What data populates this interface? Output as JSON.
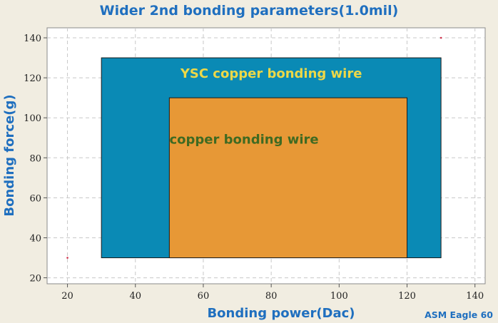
{
  "chart_data": {
    "type": "area",
    "title": "Wider 2nd bonding parameters(1.0mil)",
    "xlabel": "Bonding power(Dac)",
    "ylabel": "Bonding force(g)",
    "xlim": [
      14,
      143
    ],
    "ylim": [
      17,
      145
    ],
    "xticks": [
      20,
      40,
      60,
      80,
      100,
      120,
      140
    ],
    "yticks": [
      20,
      40,
      60,
      80,
      100,
      120,
      140
    ],
    "grid": true,
    "regions": [
      {
        "name": "YSC copper bonding wire",
        "x": [
          30,
          130
        ],
        "y": [
          30,
          130
        ],
        "color": "#0a8ab5",
        "label_color": "#ecd848",
        "label_at": [
          80,
          120
        ]
      },
      {
        "name": "copper bonding wire",
        "x": [
          50,
          120
        ],
        "y": [
          30,
          110
        ],
        "color": "#e79836",
        "label_color": "#3f6a22",
        "label_at": [
          72,
          87
        ]
      }
    ],
    "points": [
      {
        "x": 20,
        "y": 30
      },
      {
        "x": 130,
        "y": 140
      }
    ],
    "footer": "ASM Eagle 60"
  }
}
